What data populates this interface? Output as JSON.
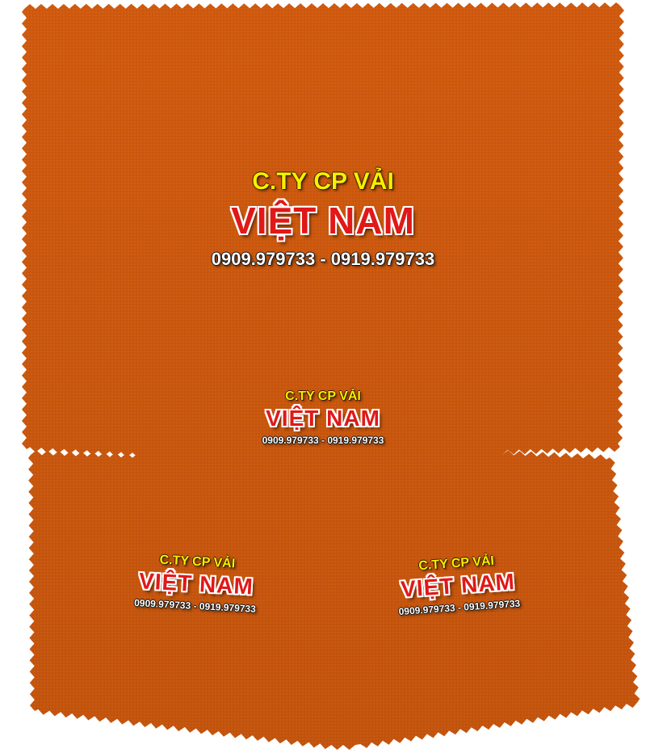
{
  "colors": {
    "fabric": "#d35b10",
    "fabric_dark": "#b84a08",
    "background": "#ffffff",
    "watermark_company": "#f5f000",
    "watermark_brand": "#e01818",
    "watermark_phone": "#ffffff"
  },
  "watermarks": [
    {
      "company": "C.TY CP VẢI",
      "brand": "VIỆT NAM",
      "phone": "0909.979733 - 0919.979733"
    },
    {
      "company": "C.TY CP VẢI",
      "brand": "VIỆT NAM",
      "phone": "0909.979733 - 0919.979733"
    },
    {
      "company": "C.TY CP VẢI",
      "brand": "VIỆT NAM",
      "phone": "0909.979733 - 0919.979733"
    },
    {
      "company": "C.TY CP VẢI",
      "brand": "VIỆT NAM",
      "phone": "0909.979733 - 0919.979733"
    }
  ]
}
